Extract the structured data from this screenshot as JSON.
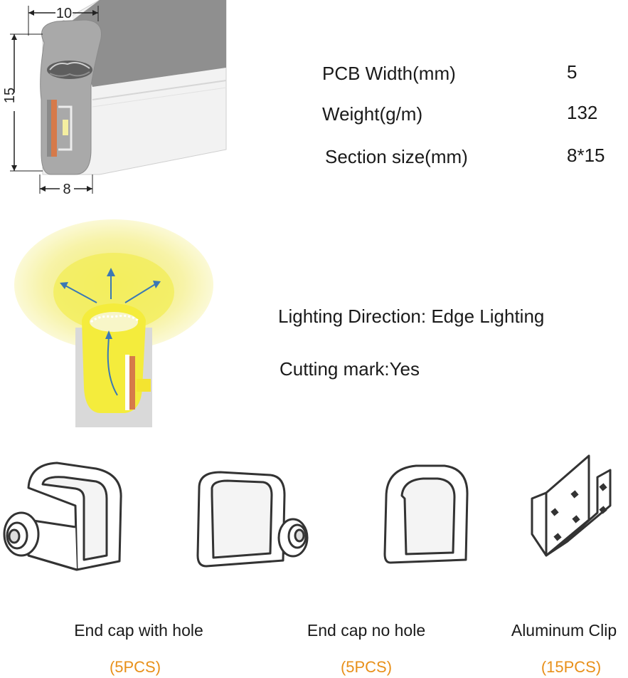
{
  "cross_section": {
    "dim_top": "10",
    "dim_side": "15",
    "dim_bottom": "8"
  },
  "specs": [
    {
      "label": "PCB Width(mm)",
      "value": "5"
    },
    {
      "label": "Weight(g/m)",
      "value": "132"
    },
    {
      "label": "Section size(mm)",
      "value": "8*15"
    }
  ],
  "features": {
    "lighting_direction": "Lighting Direction: Edge Lighting",
    "cutting_mark": "Cutting mark:Yes"
  },
  "accessories": [
    {
      "name": "End cap with hole",
      "qty": "(5PCS)"
    },
    {
      "name": "End cap no hole",
      "qty": "(5PCS)"
    },
    {
      "name": "Aluminum Clip",
      "qty": "(15PCS)"
    }
  ],
  "colors": {
    "qty_accent": "#e8901a",
    "profile_gray": "#a9a9a9",
    "glow_yellow": "#f6f05a"
  }
}
